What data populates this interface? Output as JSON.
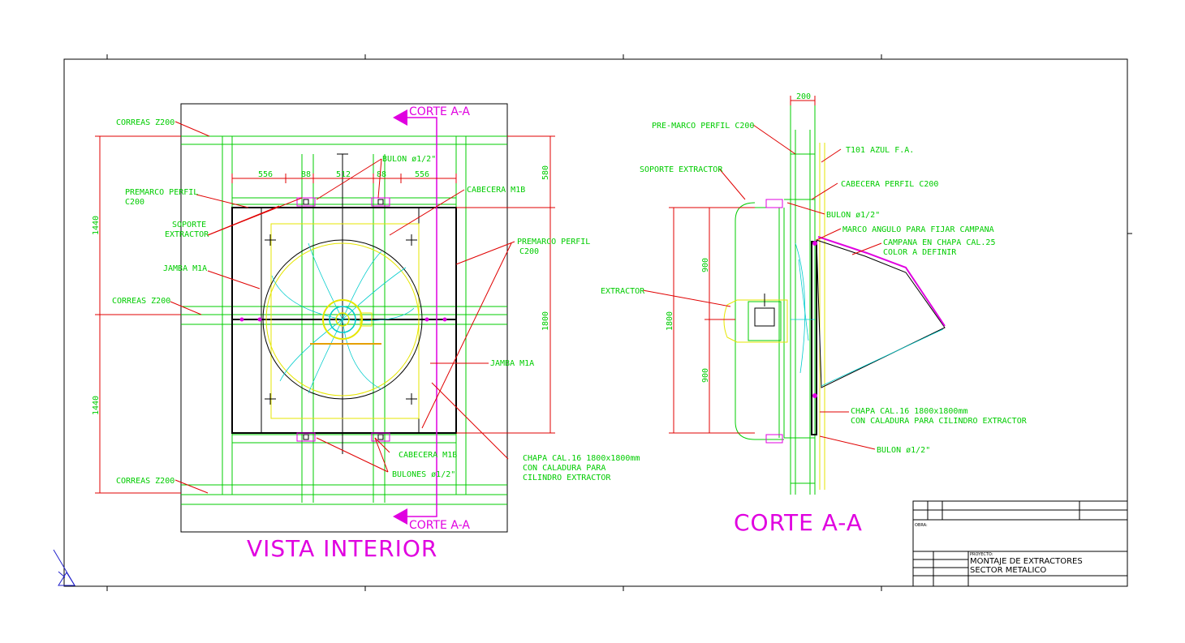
{
  "views": {
    "interior_title": "VISTA INTERIOR",
    "section_title": "CORTE A-A",
    "cut_marker_top": "CORTE A-A",
    "cut_marker_bottom": "CORTE A-A"
  },
  "interior_labels": {
    "correas_top": "CORREAS Z200",
    "correas_mid": "CORREAS Z200",
    "correas_bottom": "CORREAS Z200",
    "premarco_left_1": "PREMARCO PERFIL",
    "premarco_left_2": "C200",
    "soporte_1": "SOPORTE",
    "soporte_2": "EXTRACTOR",
    "jamba_left": "JAMBA M1A",
    "bulon_top": "BULON ø1/2\"",
    "cabecera_top": "CABECERA M1B",
    "premarco_right_1": "PREMARCO PERFIL",
    "premarco_right_2": "C200",
    "jamba_right": "JAMBA M1A",
    "cabecera_bottom": "CABECERA M1B",
    "bulones": "BULONES ø1/2\"",
    "chapa_1": "CHAPA CAL.16  1800x1800mm",
    "chapa_2": "CON CALADURA PARA",
    "chapa_3": "CILINDRO EXTRACTOR"
  },
  "interior_dims": {
    "d1": "556",
    "d2": "88",
    "d3": "512",
    "d4": "88",
    "d5": "556",
    "right_top": "580",
    "right_main": "1800",
    "left_top": "1440",
    "left_bottom": "1440"
  },
  "section_labels": {
    "premarco": "PRE-MARCO PERFIL C200",
    "soporte": "SOPORTE EXTRACTOR",
    "t101": "T101 AZUL F.A.",
    "cabecera": "CABECERA PERFIL C200",
    "bulon_top": "BULON  ø1/2\"",
    "marco": "MARCO ANGULO PARA FIJAR CAMPANA",
    "campana_1": "CAMPANA EN CHAPA CAL.25",
    "campana_2": "COLOR A DEFINIR",
    "extractor": "EXTRACTOR",
    "chapa_1": "CHAPA CAL.16  1800x1800mm",
    "chapa_2": "CON CALADURA PARA CILINDRO EXTRACTOR",
    "bulon_bottom": "BULON ø1/2\""
  },
  "section_dims": {
    "top": "200",
    "total": "1800",
    "upper": "900",
    "lower": "900"
  },
  "title_block": {
    "small_1": "OBRA:",
    "small_2": "PROYECTO:",
    "title_line_1": "MONTAJE DE EXTRACTORES",
    "title_line_2": "SECTOR METALICO"
  }
}
